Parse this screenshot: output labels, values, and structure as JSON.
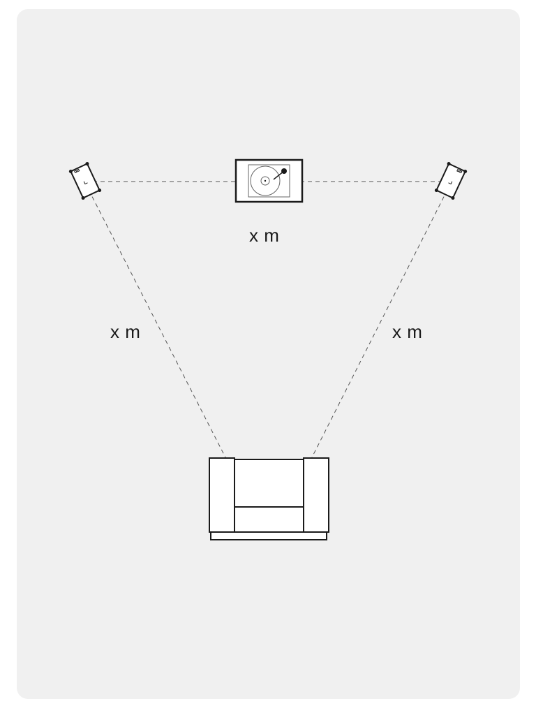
{
  "distances": {
    "speaker_to_speaker": "x m",
    "left_speaker_to_listener": "x m",
    "right_speaker_to_listener": "x m"
  },
  "colors": {
    "background": "#f0f0f0",
    "stroke": "#1a1a1a",
    "furniture_fill": "#ffffff"
  },
  "icons": [
    "left-speaker-icon",
    "right-speaker-icon",
    "turntable-icon",
    "armchair-icon"
  ]
}
